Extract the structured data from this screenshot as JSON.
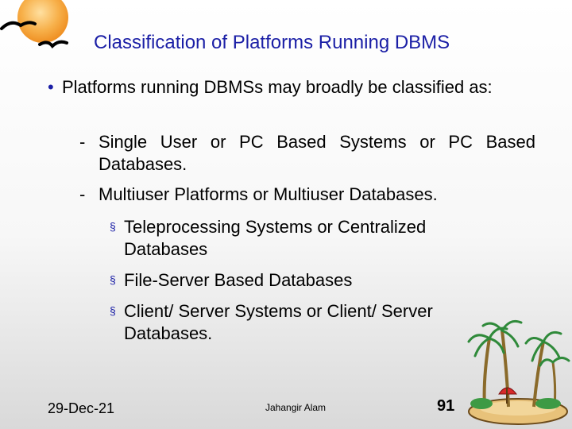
{
  "slide": {
    "title": "Classification of Platforms Running DBMS",
    "bullet_marks": {
      "lvl1": "•",
      "lvl2": "-",
      "lvl3": "§"
    },
    "body": {
      "intro": "Platforms running DBMSs may broadly be classified as:",
      "sub": [
        {
          "text": "Single User or PC Based Systems or PC Based Databases."
        },
        {
          "text": "Multiuser Platforms or Multiuser Databases."
        }
      ],
      "subsub": [
        {
          "text": "Teleprocessing Systems or Centralized Databases"
        },
        {
          "text": "File-Server Based Databases"
        },
        {
          "text": "Client/ Server Systems or Client/ Server Databases."
        }
      ]
    },
    "footer": {
      "date": "29-Dec-21",
      "author": "Jahangir Alam",
      "page_number": "91"
    }
  },
  "colors": {
    "title": "#1b1fa6",
    "bullet": "#1b1fa6",
    "sun": "#f5a53a"
  },
  "decorations": {
    "top_left": "sun-with-birds-icon",
    "bottom_right": "palm-island-icon"
  }
}
